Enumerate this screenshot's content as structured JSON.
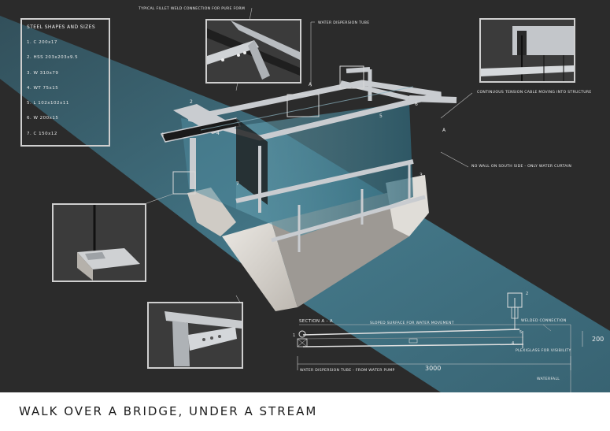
{
  "title": "WALK OVER A BRIDGE, UNDER A STREAM",
  "legend": {
    "heading": "STEEL SHAPES AND SIZES",
    "items": [
      "1.  C 200x17",
      "2.  HSS 203x203x9.5",
      "3.  W 310x79",
      "4.  WT 75x15",
      "5.  L 102x102x11",
      "6.  W 200x15",
      "7.  C 150x12"
    ]
  },
  "callouts": {
    "fillet_weld": "TYPICAL FILLET WELD CONNECTION FOR PURE FORM",
    "dispersion_tube": "WATER DISPERSION TUBE",
    "tension_cable": "CONTINUOUS TENSION CABLE MOVING INTO STRUCTURE",
    "south_side": "NO WALL ON SOUTH SIDE - ONLY WATER CURTAIN"
  },
  "model_numbers": {
    "n1": "1",
    "n2": "2",
    "n3": "3",
    "n4": "4",
    "n5": "5",
    "n6": "6",
    "n7": "7",
    "a1": "A",
    "a2": "A"
  },
  "section": {
    "title": "SECTION A - A",
    "sloped": "SLOPED SURFACE FOR WATER MOVEMENT",
    "welded": "WELDED CONNECTION",
    "plexiglass": "PLEXIGLASS FOR VISIBILITY",
    "tube_pump": "WATER DISPERSION TUBE - FROM WATER PUMP",
    "waterfall": "WATERFALL",
    "dim_width": "3000",
    "dim_height": "200",
    "n1": "1",
    "n2": "2",
    "n4": "4",
    "n5": "5"
  },
  "colors": {
    "background": "#2b2b2b",
    "water": "#3f7d91",
    "steel": "#c9ccd0",
    "concrete": "#dcd8d2",
    "frame": "#cfcfcf"
  }
}
